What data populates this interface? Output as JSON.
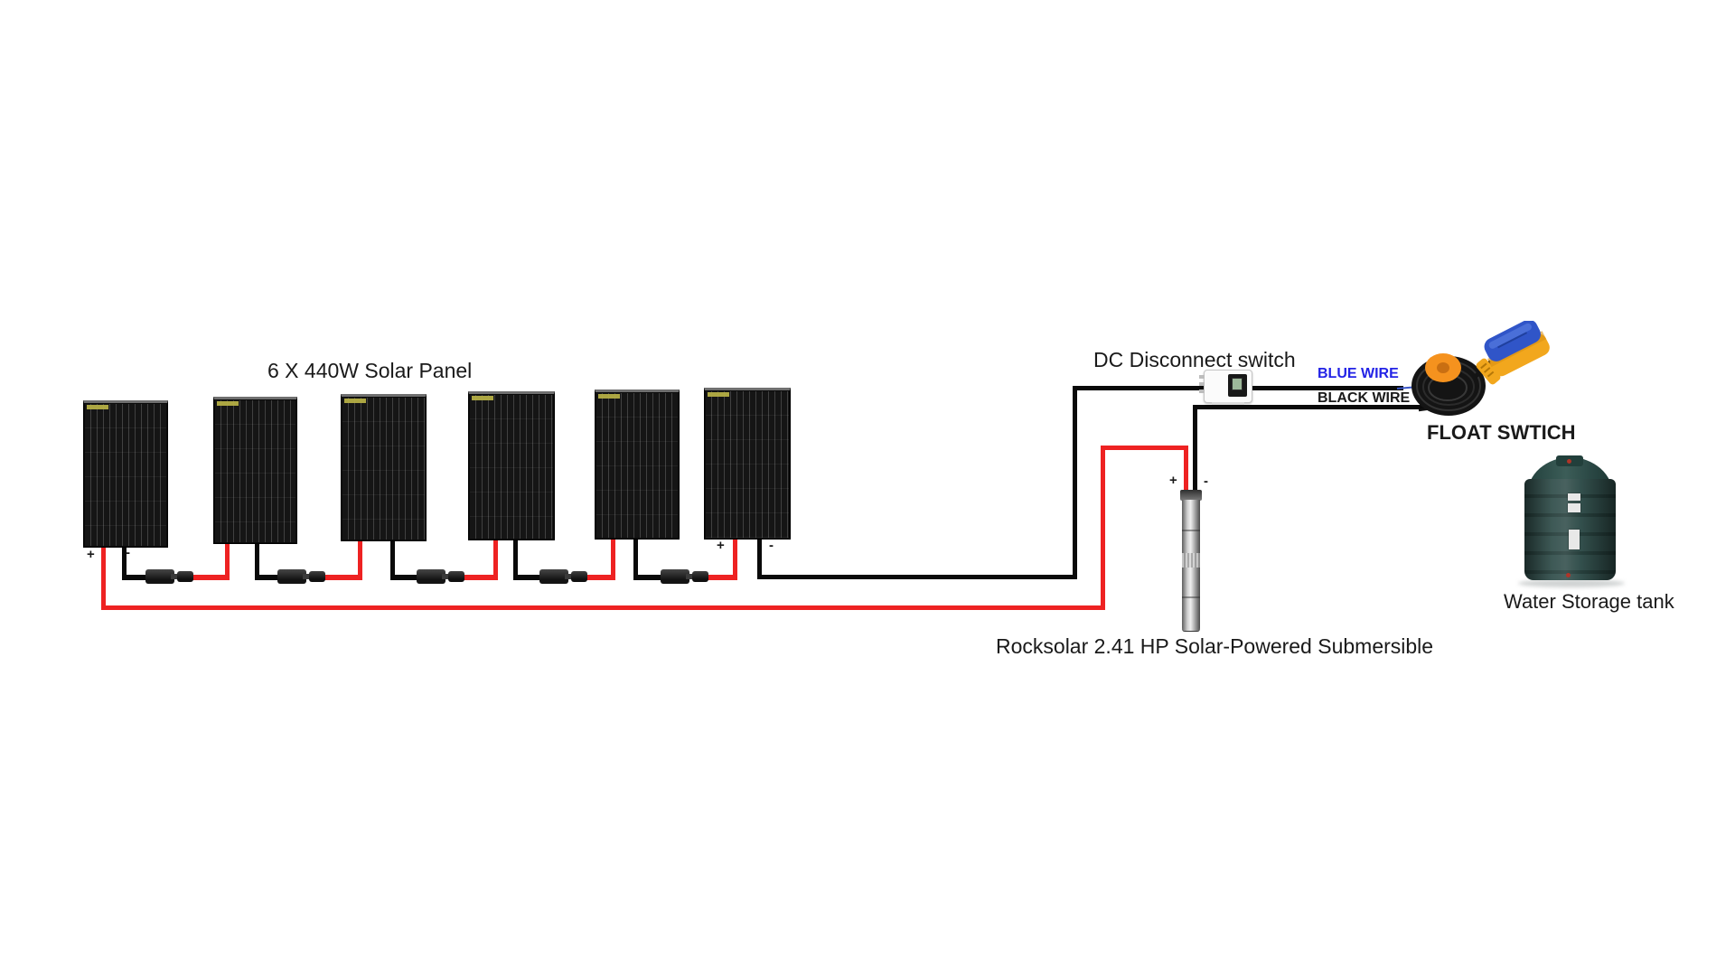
{
  "colors": {
    "positive_wire": "#ee2222",
    "negative_wire": "#0a0a0a",
    "blue_label": "#2323e6",
    "text": "#1a1a1a",
    "panel_black": "#151515",
    "tank_body": "#2f4c49",
    "float_blue": "#3055c8",
    "float_yellow": "#f2a71d",
    "spool_orange": "#f5921e"
  },
  "array": {
    "title": "6 X 440W Solar Panel",
    "panel_count": 6,
    "plus": "+",
    "minus": "-"
  },
  "dc_switch": {
    "label": "DC Disconnect switch"
  },
  "wire_labels": {
    "blue": "BLUE WIRE",
    "black": "BLACK WIRE"
  },
  "float_switch": {
    "label": "FLOAT SWTICH"
  },
  "pump": {
    "label": "Rocksolar 2.41 HP Solar-Powered Submersible",
    "plus": "+",
    "minus": "-"
  },
  "tank": {
    "label": "Water Storage tank"
  }
}
